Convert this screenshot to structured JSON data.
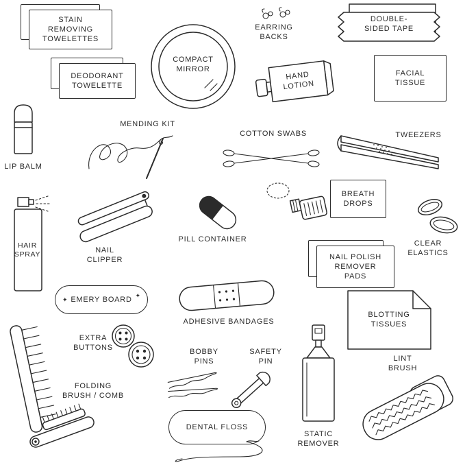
{
  "colors": {
    "ink": "#2b2b2b",
    "background": "#ffffff"
  },
  "glyphs": {
    "sparkle": "✦"
  },
  "items": {
    "stain_removing_towelettes": {
      "label": "STAIN\nREMOVING\nTOWELETTES"
    },
    "deodorant_towelette": {
      "label": "DEODORANT\nTOWELETTE"
    },
    "compact_mirror": {
      "label": "COMPACT\nMIRROR"
    },
    "earring_backs": {
      "label": "EARRING\nBACKS"
    },
    "double_sided_tape": {
      "label": "DOUBLE-\nSIDED TAPE"
    },
    "hand_lotion": {
      "label": "HAND\nLOTION"
    },
    "facial_tissue": {
      "label": "FACIAL\nTISSUE"
    },
    "lip_balm": {
      "label": "LIP BALM"
    },
    "mending_kit": {
      "label": "MENDING KIT"
    },
    "cotton_swabs": {
      "label": "COTTON SWABS"
    },
    "tweezers": {
      "label": "TWEEZERS"
    },
    "hair_spray": {
      "label": "HAIR\nSPRAY"
    },
    "nail_clipper": {
      "label": "NAIL\nCLIPPER"
    },
    "pill_container": {
      "label": "PILL CONTAINER"
    },
    "breath_drops": {
      "label": "BREATH\nDROPS"
    },
    "clear_elastics": {
      "label": "CLEAR\nELASTICS"
    },
    "nail_polish_remover_pads": {
      "label": "NAIL POLISH\nREMOVER\nPADS"
    },
    "emery_board": {
      "label": "EMERY BOARD"
    },
    "adhesive_bandages": {
      "label": "ADHESIVE BANDAGES"
    },
    "blotting_tissues": {
      "label": "BLOTTING\nTISSUES"
    },
    "extra_buttons": {
      "label": "EXTRA\nBUTTONS"
    },
    "bobby_pins": {
      "label": "BOBBY\nPINS"
    },
    "safety_pin": {
      "label": "SAFETY\nPIN"
    },
    "static_remover": {
      "label": "STATIC\nREMOVER"
    },
    "lint_brush": {
      "label": "LINT\nBRUSH"
    },
    "folding_brush_comb": {
      "label": "FOLDING\nBRUSH / COMB"
    },
    "dental_floss": {
      "label": "DENTAL FLOSS"
    }
  }
}
